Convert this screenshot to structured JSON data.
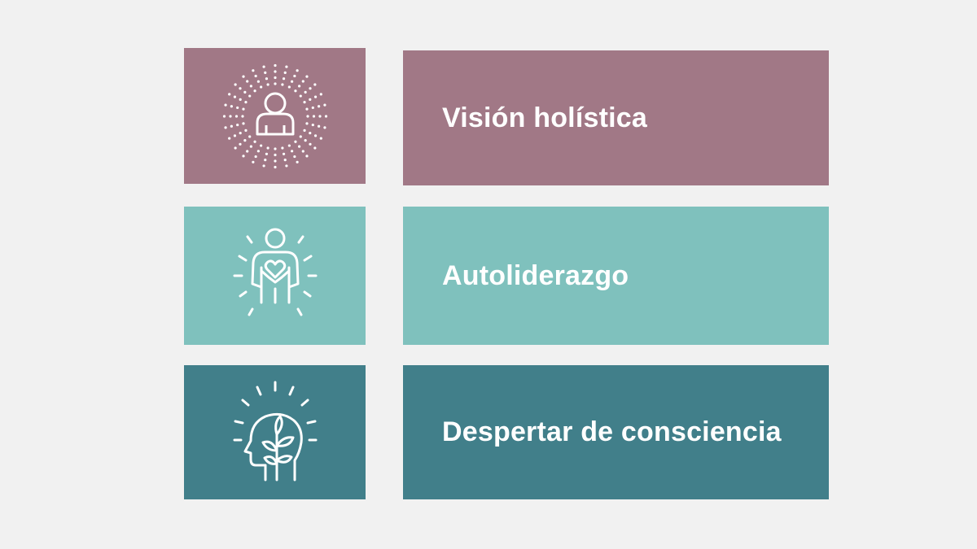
{
  "items": [
    {
      "label": "Visión holística",
      "icon": "radiant-person-icon",
      "color": "#a17886"
    },
    {
      "label": "Autoliderazgo",
      "icon": "person-heart-icon",
      "color": "#7fc1bd"
    },
    {
      "label": "Despertar de consciencia",
      "icon": "head-plant-icon",
      "color": "#417f8a"
    }
  ]
}
